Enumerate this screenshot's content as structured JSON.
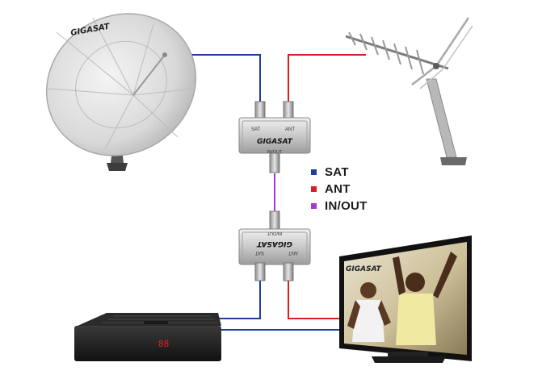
{
  "brand": {
    "dish_logo": "GIGASAT",
    "tv_logo": "GIGASAT",
    "diplexer_logo_top": "GIGASAT",
    "diplexer_logo_bottom": "GIGASAT"
  },
  "diplexer_top": {
    "port_left": "SAT",
    "port_right": "ANT",
    "port_bottom": "IN/OUT"
  },
  "diplexer_bottom": {
    "port_left": "SAT",
    "port_right": "ANT",
    "port_top": "IN/OUT"
  },
  "receiver": {
    "display": "88"
  },
  "legend": [
    {
      "label": "SAT",
      "color": "#1f3f9e"
    },
    {
      "label": "ANT",
      "color": "#d81f26"
    },
    {
      "label": "IN/OUT",
      "color": "#a23bd2"
    }
  ],
  "colors": {
    "sat": "#1f3f9e",
    "ant": "#d81f26",
    "inout": "#a23bd2"
  }
}
